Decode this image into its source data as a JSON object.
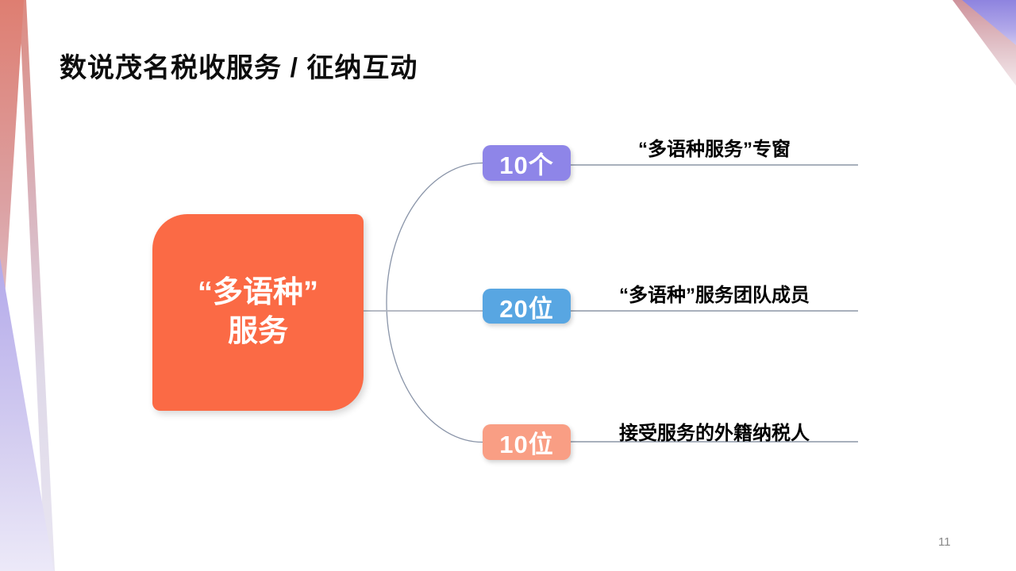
{
  "slide": {
    "title": "数说茂名税收服务 / 征纳互动",
    "page_number": "11"
  },
  "root_node": {
    "line1": "“多语种”",
    "line2": "服务",
    "color": "#FB6A45"
  },
  "branches": [
    {
      "badge": "10个",
      "badge_color": "#8E85E8",
      "label": "“多语种服务”专窗"
    },
    {
      "badge": "20位",
      "badge_color": "#58A6E2",
      "label": "“多语种”服务团队成员"
    },
    {
      "badge": "10位",
      "badge_color": "#F99E84",
      "label": "接受服务的外籍纳税人"
    }
  ],
  "colors": {
    "accent_orange": "#FB6A45",
    "accent_purple": "#8E85E8",
    "accent_blue": "#58A6E2",
    "accent_salmon": "#F99E84",
    "connector_gray": "#97A1B0",
    "edge_red": "#DE7E71",
    "edge_purple": "#978BE4"
  }
}
